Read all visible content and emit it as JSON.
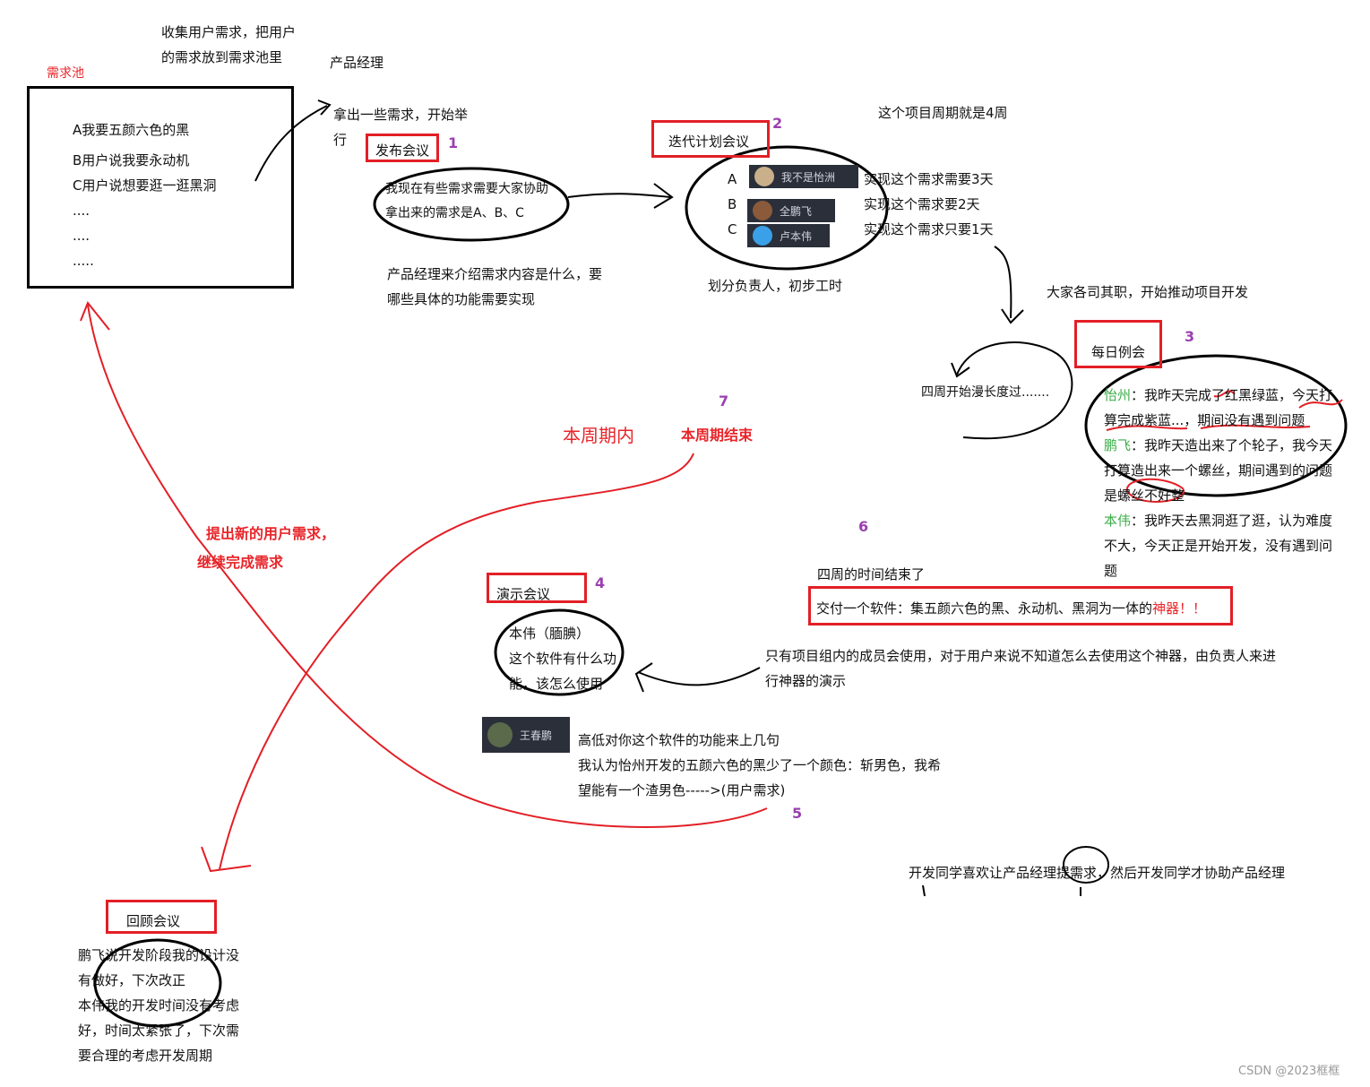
{
  "pool": {
    "title": "需求池",
    "items": [
      "A我要五颜六色的黑",
      "B用户说我要永动机",
      "C用户说想要逛一逛黑洞",
      "....",
      "....",
      "....."
    ]
  },
  "top_note": [
    "收集用户需求，把用户",
    "的需求放到需求池里"
  ],
  "pm_label": "产品经理",
  "take_out": [
    "拿出一些需求，开始举",
    "行"
  ],
  "release": {
    "title": "发布会议",
    "num": "1",
    "lines": [
      "我现在有些需求需要大家协助",
      "拿出来的需求是A、B、C"
    ],
    "note": [
      "产品经理来介绍需求内容是什么，要",
      "哪些具体的功能需要实现"
    ]
  },
  "iteration": {
    "title": "迭代计划会议",
    "num": "2",
    "rows": [
      {
        "letter": "A",
        "name": "我不是怡洲",
        "text": "实现这个需求需要3天"
      },
      {
        "letter": "B",
        "name": "全鹏飞",
        "text": "实现这个需求要2天"
      },
      {
        "letter": "C",
        "name": "卢本伟",
        "text": "实现这个需求只要1天"
      }
    ],
    "cycle_note": "这个项目周期就是4周",
    "note": "划分负责人，初步工时"
  },
  "start_dev": "大家各司其职，开始推动项目开发",
  "four_weeks": "四周开始漫长度过.......",
  "daily": {
    "title": "每日例会",
    "num": "3",
    "p1_name": "怡州",
    "p1_lines": [
      "：我昨天完成了红黑绿蓝，今天打",
      "算完成紫蓝...，期间没有遇到问题"
    ],
    "p2_name": "鹏飞",
    "p2_lines": [
      "：我昨天造出来了个轮子，我今天",
      "打算造出来一个螺丝，期间遇到的问题",
      "是螺丝不好整"
    ],
    "p3_name": "本伟",
    "p3_lines": [
      "：我昨天去黑洞逛了逛，认为难度",
      "不大，今天正是开始开发，没有遇到问",
      "题"
    ]
  },
  "delivery": {
    "num": "6",
    "title": "四周的时间结束了",
    "text_a": "交付一个软件：集五颜六色的黑、永动机、黑洞为一体的",
    "text_b": "神器！！",
    "note": [
      "只有项目组内的成员会使用，对于用户来说不知道怎么去使用这个神器，由负责人来进",
      "行神器的演示"
    ]
  },
  "demo": {
    "title": "演示会议",
    "num": "4",
    "lines": [
      "本伟（腼腆）",
      "这个软件有什么功",
      "能，该怎么使用"
    ],
    "avatar_name": "王春鹏",
    "feedback": [
      "高低对你这个软件的功能来上几句",
      "我认为怡州开发的五颜六色的黑少了一个颜色：斩男色，我希",
      "望能有一个渣男色----->(用户需求)"
    ],
    "num5": "5"
  },
  "cycle": {
    "in_cycle": "本周期内",
    "cycle_end": "本周期结束",
    "num7": "7",
    "new_req": [
      "提出新的用户需求，",
      "继续完成需求"
    ]
  },
  "retro": {
    "title": "回顾会议",
    "lines": [
      "鹏飞说开发阶段我的设计没",
      "有做好，下次改正",
      "本伟我的开发时间没有考虑",
      "好，时间太紧张了，下次需",
      "要合理的考虑开发周期"
    ]
  },
  "dev_note": "开发同学喜欢让产品经理提需求，然后开发同学才协助产品经理",
  "watermark": "CSDN @2023框框",
  "colors": {
    "red": "#e21f26",
    "purple": "#9b3fb0",
    "green": "#3dae49"
  }
}
